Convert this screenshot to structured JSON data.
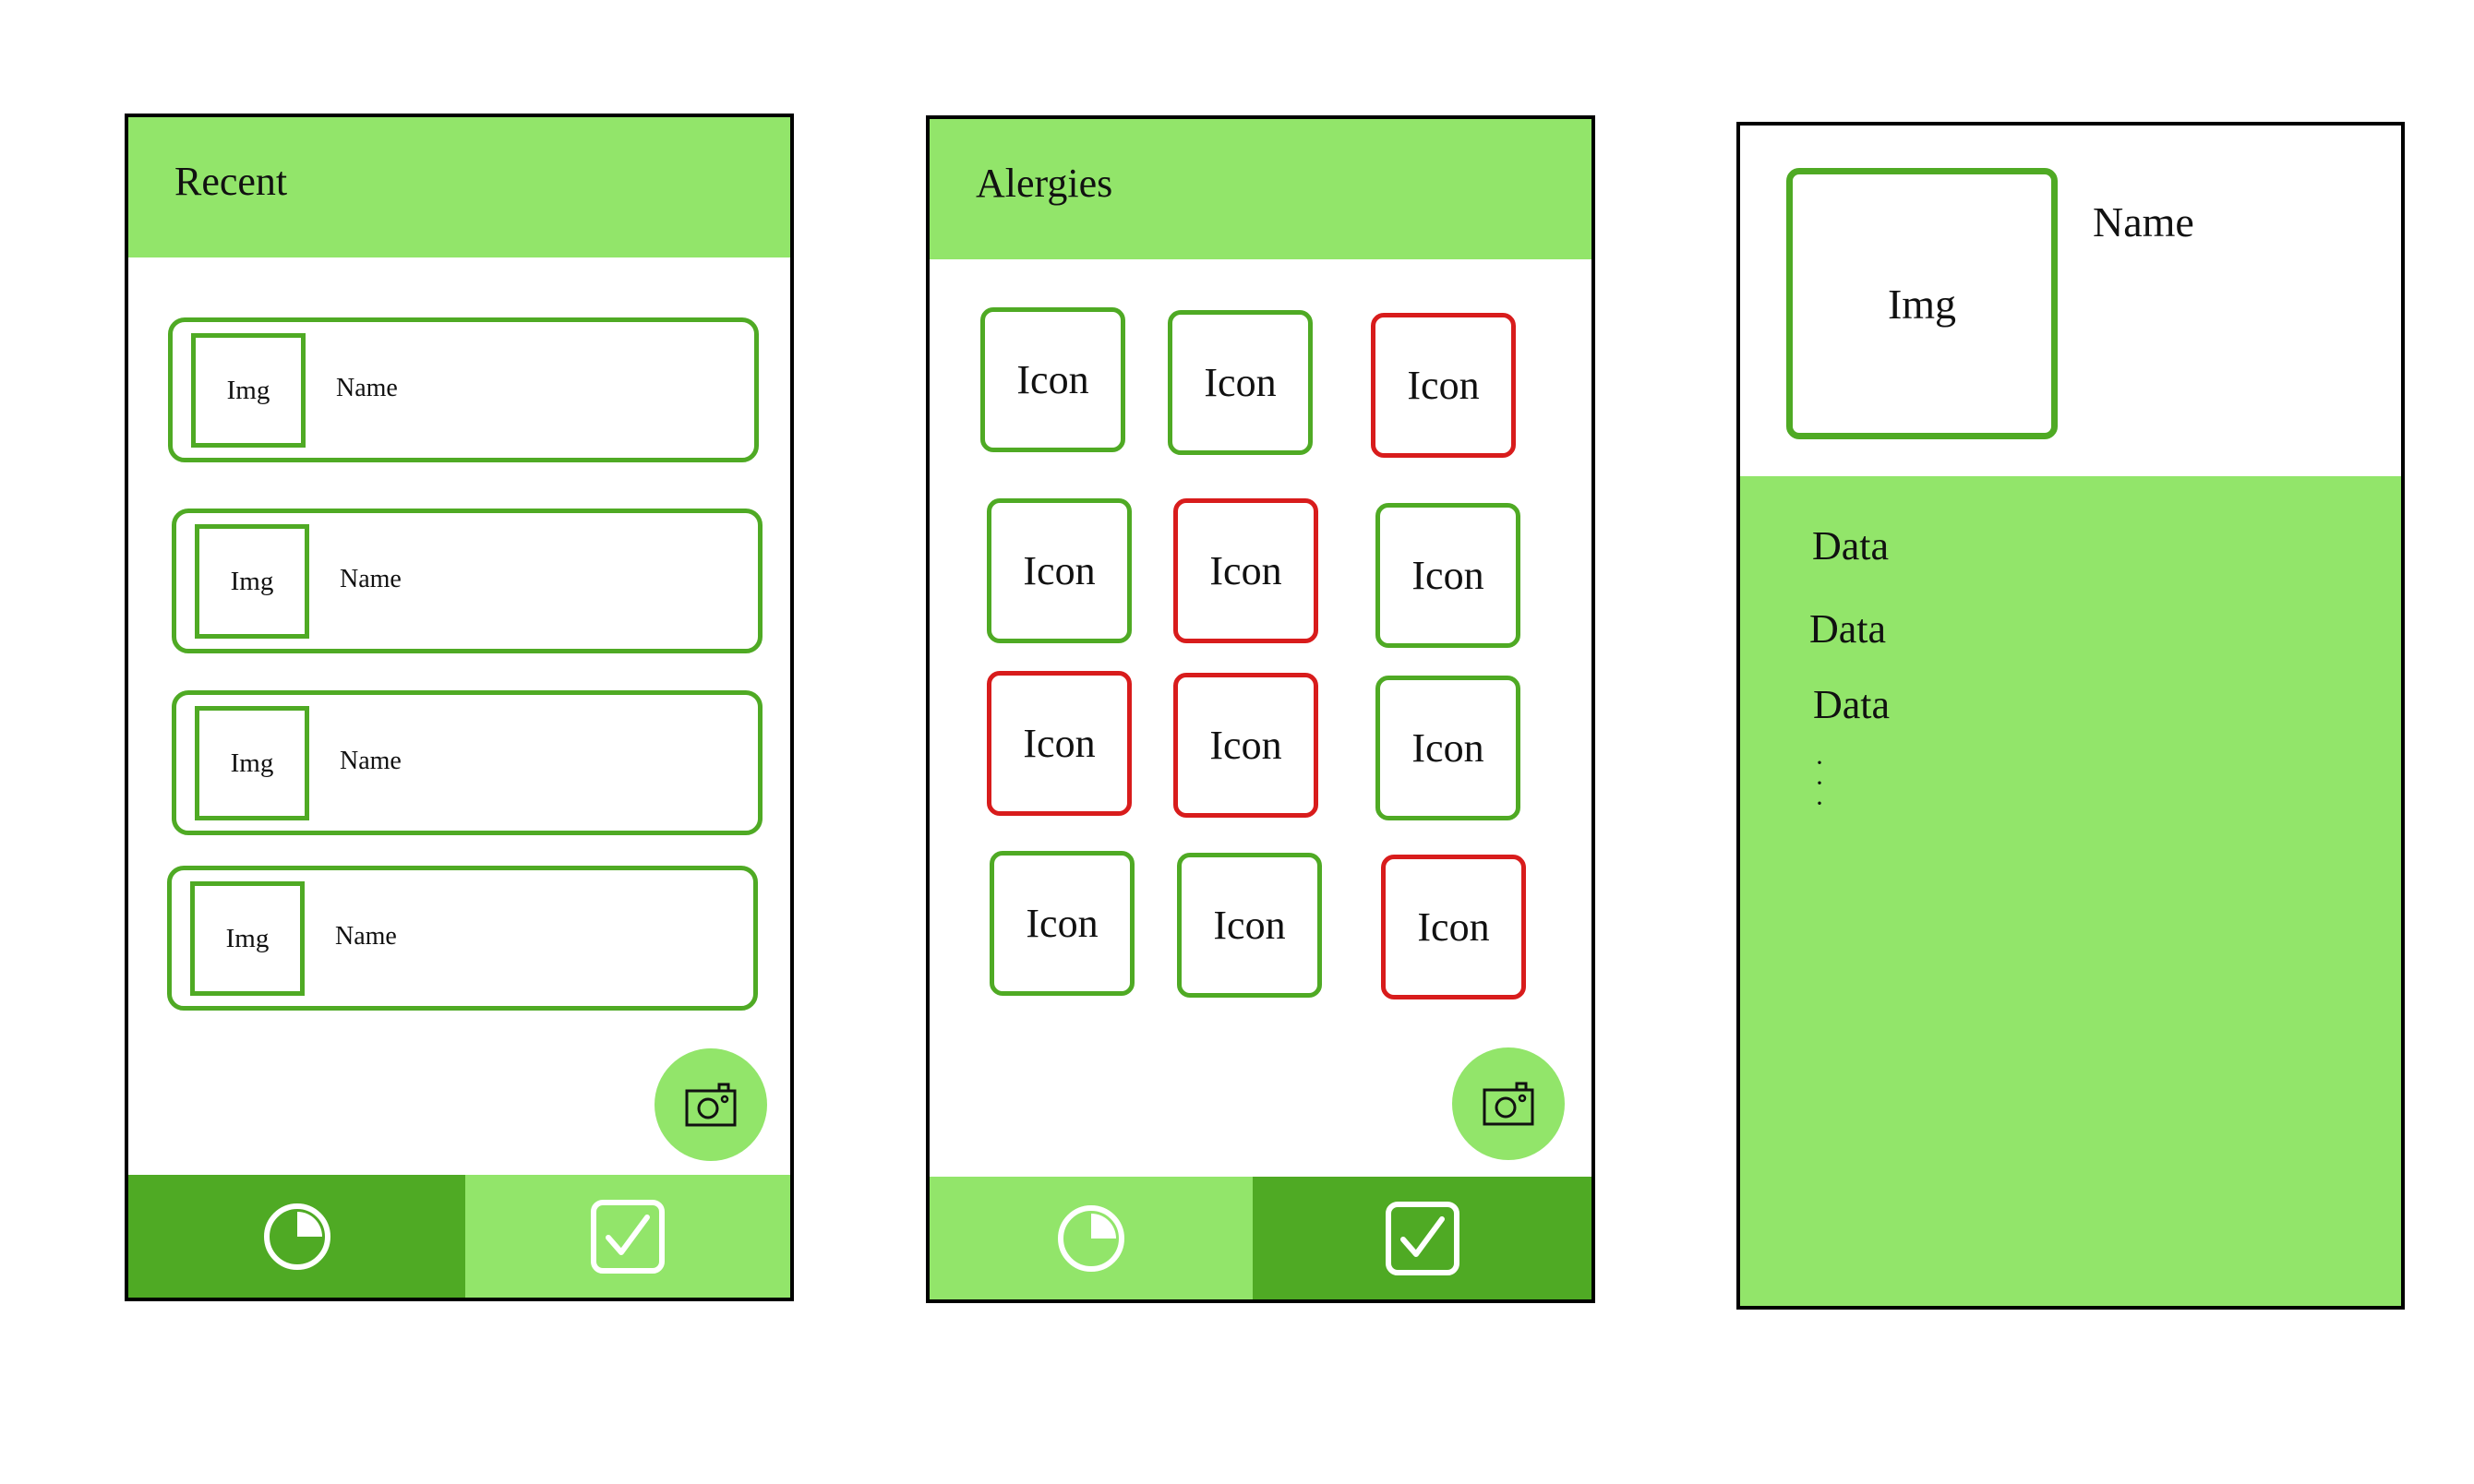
{
  "colors": {
    "header_green": "#92e56a",
    "active_tab_green": "#4faa24",
    "safe_border": "#4faa24",
    "danger_border": "#d81c1c"
  },
  "recent_screen": {
    "title": "Recent",
    "items": [
      {
        "img_label": "Img",
        "name": "Name"
      },
      {
        "img_label": "Img",
        "name": "Name"
      },
      {
        "img_label": "Img",
        "name": "Name"
      },
      {
        "img_label": "Img",
        "name": "Name"
      }
    ],
    "fab_icon": "camera-icon",
    "nav": {
      "left_icon": "clock-icon",
      "right_icon": "checkbox-icon",
      "active": "left"
    }
  },
  "alergies_screen": {
    "title": "Alergies",
    "icons": [
      {
        "label": "Icon",
        "status": "safe"
      },
      {
        "label": "Icon",
        "status": "safe"
      },
      {
        "label": "Icon",
        "status": "danger"
      },
      {
        "label": "Icon",
        "status": "safe"
      },
      {
        "label": "Icon",
        "status": "danger"
      },
      {
        "label": "Icon",
        "status": "safe"
      },
      {
        "label": "Icon",
        "status": "danger"
      },
      {
        "label": "Icon",
        "status": "danger"
      },
      {
        "label": "Icon",
        "status": "safe"
      },
      {
        "label": "Icon",
        "status": "safe"
      },
      {
        "label": "Icon",
        "status": "safe"
      },
      {
        "label": "Icon",
        "status": "danger"
      }
    ],
    "fab_icon": "camera-icon",
    "nav": {
      "left_icon": "clock-icon",
      "right_icon": "checkbox-icon",
      "active": "right"
    }
  },
  "detail_screen": {
    "img_label": "Img",
    "name": "Name",
    "data_lines": [
      "Data",
      "Data",
      "Data"
    ],
    "more_indicator": "vertical-ellipsis"
  }
}
